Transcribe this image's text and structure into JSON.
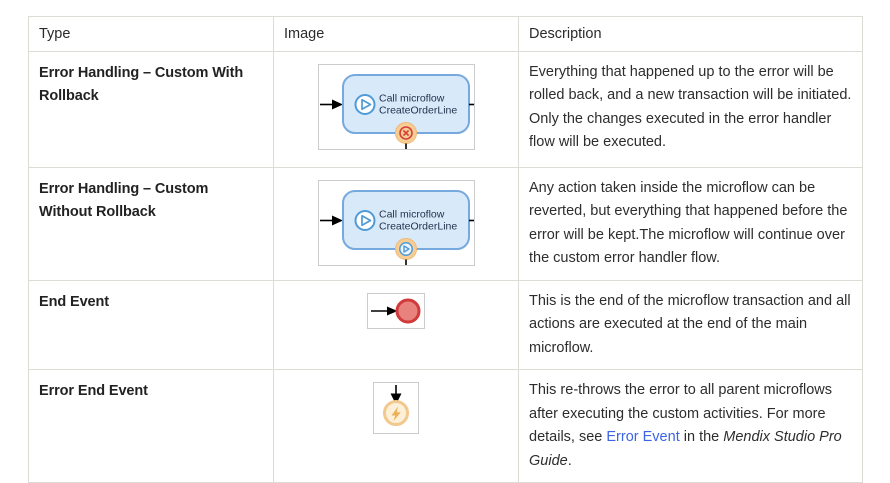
{
  "header": {
    "columns": [
      "Type",
      "Image",
      "Description"
    ]
  },
  "rows": [
    {
      "type": "Error Handling – Custom With Rollback",
      "description": "Everything that happened up to the error will be rolled back, and a new transaction will be initiated. Only the changes executed in the error handler flow will be executed."
    },
    {
      "type": "Error Handling – Custom Without Rollback",
      "description": "Any action taken inside the microflow can be reverted, but everything that happened before the error will be kept.The microflow will continue over the custom error handler flow."
    },
    {
      "type": "End Event",
      "description": "This is the end of the microflow transaction and all actions are executed at the end of the main microflow."
    },
    {
      "type": "Error End Event",
      "description_prefix": "This re-throws the error to all parent microflows after executing the custom activities. For more details, see ",
      "description_link": "Error Event",
      "description_middle": " in the ",
      "description_italic": "Mendix Studio Pro Guide",
      "description_suffix": "."
    }
  ],
  "diagram": {
    "activity_line1": "Call microflow",
    "activity_line2": "CreateOrderLine"
  },
  "colors": {
    "link": "#3c64e4",
    "table_border": "#dcdcd6",
    "activity_fill": "#d8e9fa",
    "activity_border": "#76a9dd",
    "activity_text": "#25324d",
    "flow_blue": "#4f9bd8",
    "event_marker_bg": "#f6cd92",
    "event_marker_ring": "#efb874",
    "error_red": "#d4403a",
    "end_event_fill": "#e7827d",
    "end_event_border": "#d03a3a",
    "error_end_fill": "#fcf0d8",
    "error_end_ring": "#f1c88d",
    "error_end_bolt": "#ecb057"
  }
}
